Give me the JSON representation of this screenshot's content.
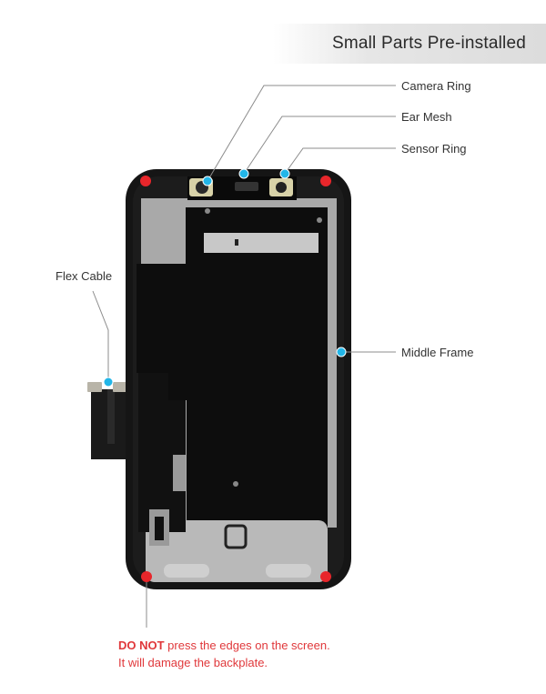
{
  "header": {
    "title": "Small Parts Pre-installed"
  },
  "callouts": {
    "camera_ring": "Camera Ring",
    "ear_mesh": "Ear Mesh",
    "sensor_ring": "Sensor Ring",
    "flex_cable": "Flex Cable",
    "middle_frame": "Middle Frame"
  },
  "warning": {
    "emphasis": "DO NOT",
    "line1_rest": " press the edges on the screen.",
    "line2": "It will damage the backplate."
  },
  "colors": {
    "marker_blue": "#22b6e8",
    "marker_red": "#e8262b",
    "warning_text": "#e0383b"
  }
}
